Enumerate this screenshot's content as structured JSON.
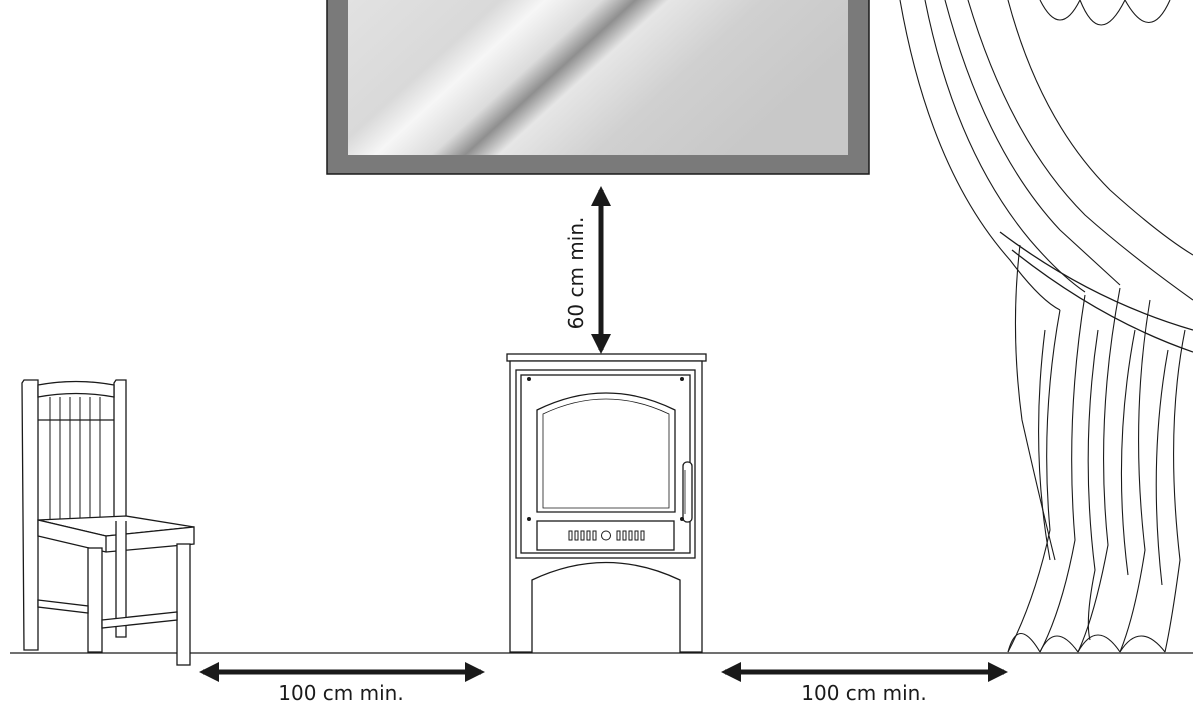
{
  "labels": {
    "vertical_clearance": "60 cm min.",
    "left_clearance": "100 cm min.",
    "right_clearance": "100 cm min."
  },
  "colors": {
    "line": "#1a1a1a",
    "frame": "#7a7a7a",
    "mirror_glass": "#d6d6d6",
    "stove_fill": "#ffffff",
    "background": "#ffffff"
  }
}
